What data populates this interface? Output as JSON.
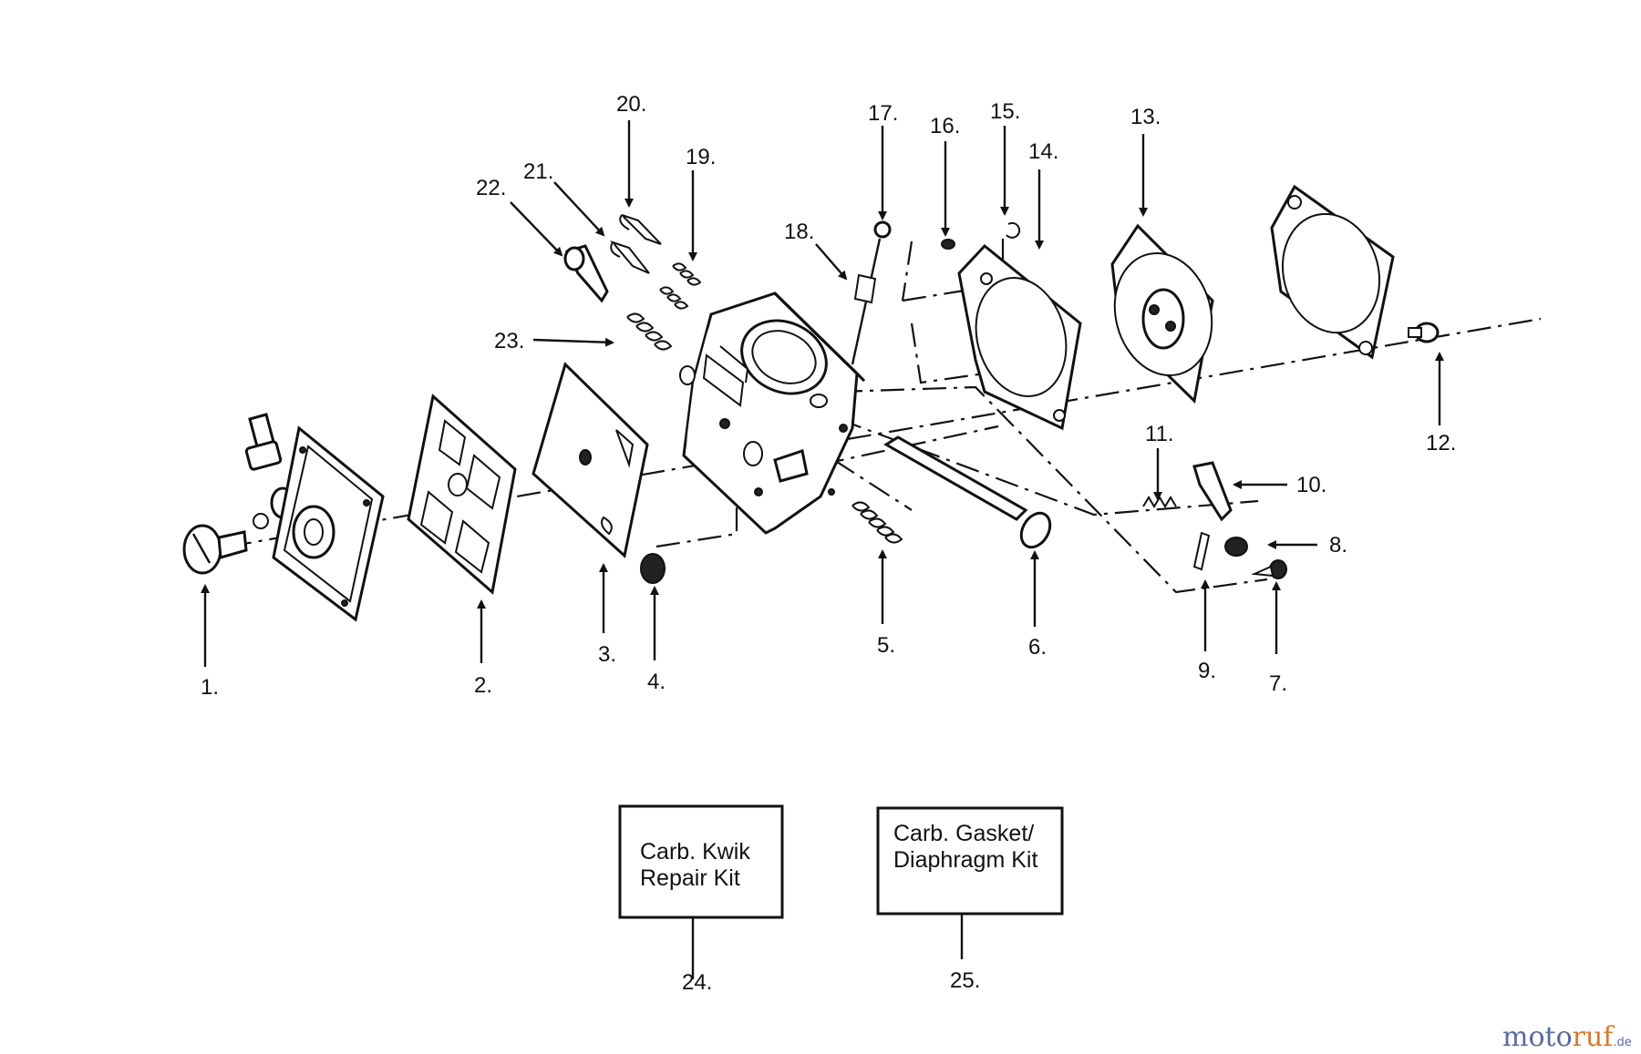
{
  "callouts": {
    "c1": "1.",
    "c2": "2.",
    "c3": "3.",
    "c4": "4.",
    "c5": "5.",
    "c6": "6.",
    "c7": "7.",
    "c8": "8.",
    "c9": "9.",
    "c10": "10.",
    "c11": "11.",
    "c12": "12.",
    "c13": "13.",
    "c14": "14.",
    "c15": "15.",
    "c16": "16.",
    "c17": "17.",
    "c18": "18.",
    "c19": "19.",
    "c20": "20.",
    "c21": "21.",
    "c22": "22.",
    "c23": "23.",
    "c24": "24.",
    "c25": "25."
  },
  "kits": {
    "kwik": {
      "line1": "Carb. Kwik",
      "line2": "Repair Kit"
    },
    "gasket": {
      "line1": "Carb. Gasket/",
      "line2": "Diaphragm Kit"
    }
  },
  "watermark": {
    "part1": "moto",
    "part2": "ruf",
    "suffix": ".de"
  }
}
